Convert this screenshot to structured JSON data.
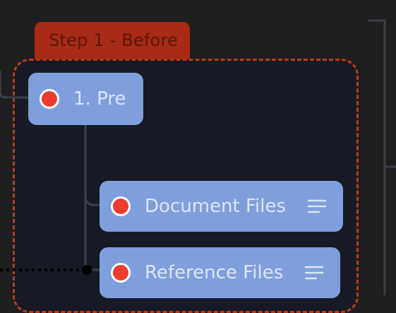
{
  "group": {
    "tab_label": "Step 1 - Before"
  },
  "nodes": [
    {
      "label": "1. Pre",
      "status_color": "#ef3b2c",
      "icon": "status-dot-icon"
    },
    {
      "label": "Document Files",
      "status_color": "#ef3b2c",
      "icon": "status-dot-icon",
      "notes_icon": "notes-lines-icon"
    },
    {
      "label": "Reference Files",
      "status_color": "#ef3b2c",
      "icon": "status-dot-icon",
      "notes_icon": "notes-lines-icon"
    }
  ],
  "colors": {
    "canvas_background": "#1e1e1e",
    "group_background": "#171a24",
    "group_border": "#b73a18",
    "group_tab": "#a82a14",
    "node_fill": "#7f9fdc",
    "node_text": "#dde6fa",
    "connector": "#3b3f47"
  }
}
